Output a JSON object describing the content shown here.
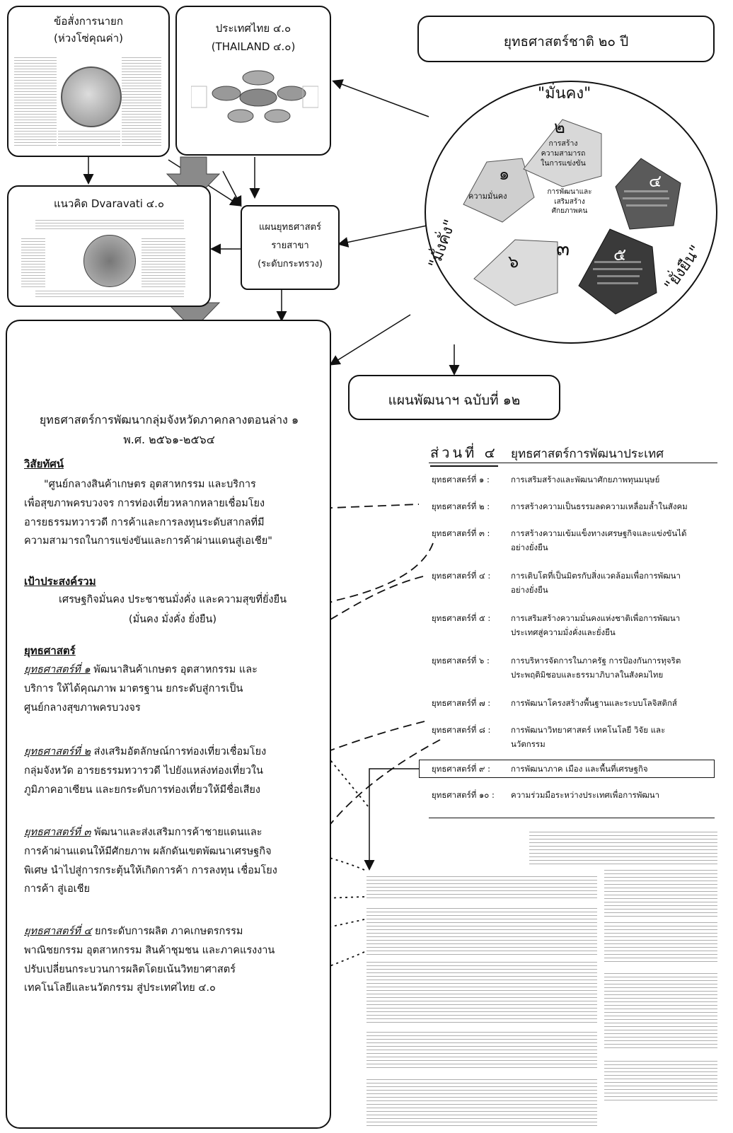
{
  "top_boxes": {
    "pm_order_title": "ข้อสั่งการนายก",
    "pm_order_sub": "(ห่วงโซ่คุณค่า)",
    "thailand_title": "ประเทศไทย ๔.๐",
    "thailand_sub": "(THAILAND ๔.๐)",
    "dvaravati_title": "แนวคิด Dvaravati ๔.๐",
    "ministry_plan_l1": "แผนยุทธศาสตร์",
    "ministry_plan_l2": "รายสาขา",
    "ministry_plan_l3": "(ระดับกระทรวง)"
  },
  "national_strategy": {
    "title": "ยุทธศาสตร์ชาติ ๒๐ ปี",
    "label_top": "\"มั่นคง\"",
    "label_left": "\"มั่งคั่ง\"",
    "label_right": "\"ยั่งยืน\"",
    "p1_num": "๑",
    "p1_text": "ความมั่นคง",
    "p2_num": "๒",
    "p2_l1": "การสร้าง",
    "p2_l2": "ความสามารถ",
    "p2_l3": "ในการแข่งขัน",
    "p3_num": "๓",
    "p3_l1": "การพัฒนาและ",
    "p3_l2": "เสริมสร้าง",
    "p3_l3": "ศักยภาพคน",
    "p4_num": "๔",
    "p5_num": "๕",
    "p6_num": "๖"
  },
  "plan12": {
    "title": "แผนพัฒนาฯ ฉบับที่ ๑๒",
    "section_label": "ส่วนที่ ๔",
    "section_title": "ยุทธศาสตร์การพัฒนาประเทศ",
    "strategies": [
      {
        "k": "ยุทธศาสตร์ที่ ๑ :",
        "v": "การเสริมสร้างและพัฒนาศักยภาพทุนมนุษย์"
      },
      {
        "k": "ยุทธศาสตร์ที่ ๒ :",
        "v": "การสร้างความเป็นธรรมลดความเหลื่อมล้ำในสังคม"
      },
      {
        "k": "ยุทธศาสตร์ที่ ๓ :",
        "v": "การสร้างความเข้มแข็งทางเศรษฐกิจและแข่งขันได้",
        "v2": "อย่างยั่งยืน"
      },
      {
        "k": "ยุทธศาสตร์ที่ ๔ :",
        "v": "การเติบโตที่เป็นมิตรกับสิ่งแวดล้อมเพื่อการพัฒนา",
        "v2": "อย่างยั่งยืน"
      },
      {
        "k": "ยุทธศาสตร์ที่ ๕ :",
        "v": "การเสริมสร้างความมั่นคงแห่งชาติเพื่อการพัฒนา",
        "v2": "ประเทศสู่ความมั่งคั่งและยั่งยืน"
      },
      {
        "k": "ยุทธศาสตร์ที่ ๖ :",
        "v": "การบริหารจัดการในภาครัฐ การป้องกันการทุจริต",
        "v2": "ประพฤติมิชอบและธรรมาภิบาลในสังคมไทย"
      },
      {
        "k": "ยุทธศาสตร์ที่ ๗ :",
        "v": "การพัฒนาโครงสร้างพื้นฐานและระบบโลจิสติกส์"
      },
      {
        "k": "ยุทธศาสตร์ที่ ๘ :",
        "v": "การพัฒนาวิทยาศาสตร์ เทคโนโลยี วิจัย และ",
        "v2": "นวัตกรรม"
      },
      {
        "k": "ยุทธศาสตร์ที่ ๙ :",
        "v": "การพัฒนาภาค เมือง และพื้นที่เศรษฐกิจ"
      },
      {
        "k": "ยุทธศาสตร์ที่ ๑๐ :",
        "v": "ความร่วมมือระหว่างประเทศเพื่อการพัฒนา"
      }
    ]
  },
  "main": {
    "title_l1": "ยุทธศาสตร์การพัฒนากลุ่มจังหวัดภาคกลางตอนล่าง ๑",
    "title_l2": "พ.ศ. ๒๕๖๑-๒๕๖๔",
    "vision_head": "วิสัยทัศน์",
    "vision_l1": "\"ศูนย์กลางสินค้าเกษตร อุตสาหกรรม และบริการ",
    "vision_l2": "เพื่อสุขภาพครบวงจร การท่องเที่ยวหลากหลายเชื่อมโยง",
    "vision_l3": "อารยธรรมทวารวดี การค้าและการลงทุนระดับสากลที่มี",
    "vision_l4": "ความสามารถในการแข่งขันและการค้าผ่านแดนสู่เอเชีย\"",
    "goal_head": "เป้าประสงค์รวม",
    "goal_l1": "เศรษฐกิจมั่นคง ประชาชนมั่งคั่ง และความสุขที่ยั่งยืน",
    "goal_l2": "(มั่นคง มั่งคั่ง ยั่งยืน)",
    "strat_head": "ยุทธศาสตร์",
    "s1_head": "ยุทธศาสตร์ที่ ๑",
    "s1_l1": " พัฒนาสินค้าเกษตร อุตสาหกรรม และ",
    "s1_l2": "บริการ ให้ได้คุณภาพ มาตรฐาน ยกระดับสู่การเป็น",
    "s1_l3": "ศูนย์กลางสุขภาพครบวงจร",
    "s2_head": "ยุทธศาสตร์ที่ ๒",
    "s2_l1": " ส่งเสริมอัตลักษณ์การท่องเที่ยวเชื่อมโยง",
    "s2_l2": "กลุ่มจังหวัด อารยธรรมทวารวดี ไปยังแหล่งท่องเที่ยวใน",
    "s2_l3": "ภูมิภาคอาเซียน และยกระดับการท่องเที่ยวให้มีชื่อเสียง",
    "s3_head": "ยุทธศาสตร์ที่ ๓",
    "s3_l1": " พัฒนาและส่งเสริมการค้าชายแดนและ",
    "s3_l2": "การค้าผ่านแดนให้มีศักยภาพ ผลักดันเขตพัฒนาเศรษฐกิจ",
    "s3_l3": "พิเศษ นำไปสู่การกระตุ้นให้เกิดการค้า การลงทุน เชื่อมโยง",
    "s3_l4": "การค้า สู่เอเชีย",
    "s4_head": "ยุทธศาสตร์ที่ ๔",
    "s4_l1": " ยกระดับการผลิต ภาคเกษตรกรรม",
    "s4_l2": "พาณิชยกรรม อุตสาหกรรม สินค้าชุมชน และภาคแรงงาน",
    "s4_l3": "ปรับเปลี่ยนกระบวนการผลิตโดยเน้นวิทยาศาสตร์",
    "s4_l4": "เทคโนโลยีและนวัตกรรม สู่ประเทศไทย ๔.๐"
  },
  "colors": {
    "ink": "#111111",
    "pentagon_light": "#cfcfcf",
    "pentagon_dark": "#3a3a3a",
    "arrow_grey": "#8a8a8a"
  }
}
